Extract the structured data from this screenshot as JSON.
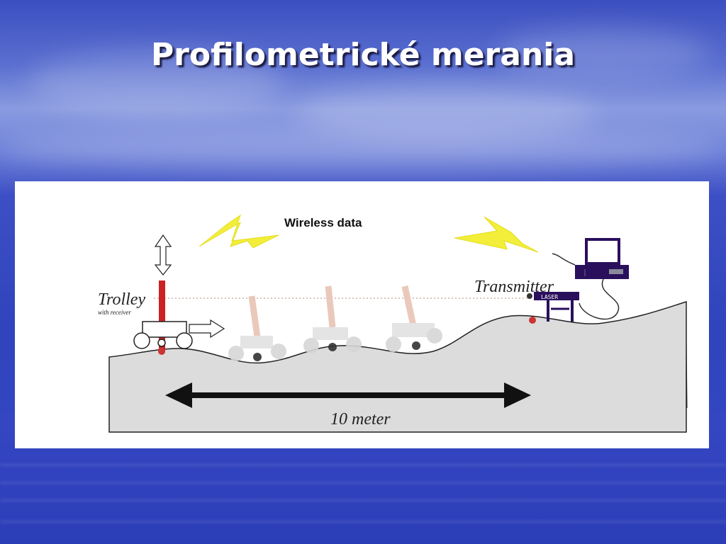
{
  "slide": {
    "title": "Profilometrické merania"
  },
  "diagram": {
    "wireless_label": "Wireless data",
    "trolley_label": "Trolley",
    "trolley_sublabel": "with receiver",
    "transmitter_label": "Transmitter",
    "laser_label": "LASER",
    "distance_label": "10 meter"
  },
  "colors": {
    "ground": "#dcdcdc",
    "beam": "#cc2222",
    "faded_beam": "#e8c4b4",
    "lightning": "#f2ee3a",
    "computer": "#2a0f5c"
  }
}
